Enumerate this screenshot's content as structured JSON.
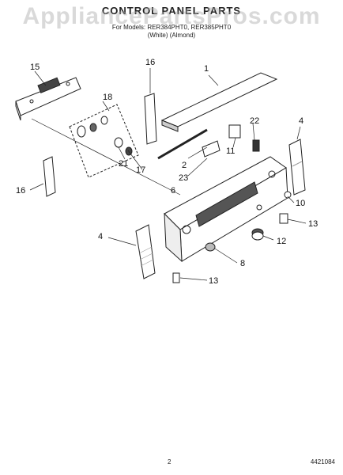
{
  "header": {
    "title": "CONTROL PANEL PARTS",
    "line1": "For Models: RER384PHT0, RER385PHT0",
    "line2": "(White)     (Almond)"
  },
  "watermark": "AppliancePartsPros.com",
  "callouts": {
    "c1": "1",
    "c2": "2",
    "c4a": "4",
    "c4b": "4",
    "c6": "6",
    "c8": "8",
    "c10": "10",
    "c11": "11",
    "c12": "12",
    "c13a": "13",
    "c13b": "13",
    "c15": "15",
    "c16a": "16",
    "c16b": "16",
    "c17": "17",
    "c18": "18",
    "c21": "21",
    "c22": "22",
    "c23": "23"
  },
  "footer": {
    "page": "2",
    "doc_number": "4421084"
  }
}
